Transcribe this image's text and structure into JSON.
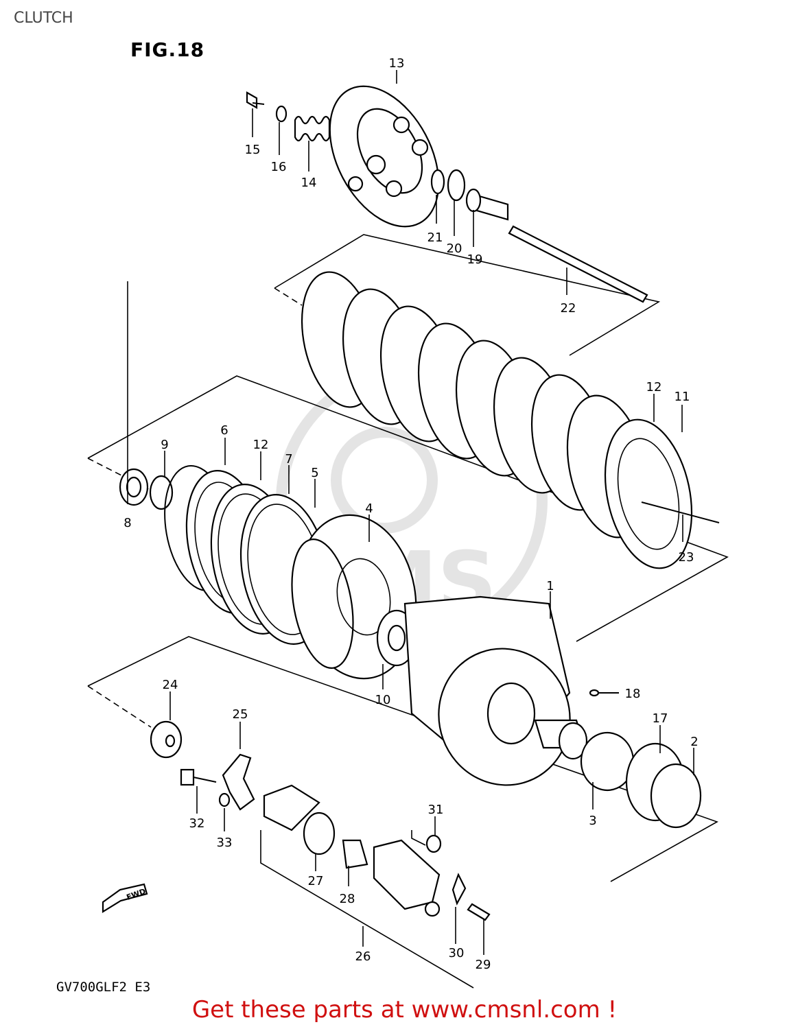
{
  "page": {
    "title": "CLUTCH",
    "figure": "FIG.18",
    "model_code": "GV700GLF2  E3",
    "cta": "Get these parts at www.cmsnl.com !",
    "direction_label": "FWD"
  },
  "callouts": [
    {
      "id": "c1",
      "text": "1"
    },
    {
      "id": "c2",
      "text": "2"
    },
    {
      "id": "c3",
      "text": "3"
    },
    {
      "id": "c4",
      "text": "4"
    },
    {
      "id": "c5",
      "text": "5"
    },
    {
      "id": "c6",
      "text": "6"
    },
    {
      "id": "c7",
      "text": "7"
    },
    {
      "id": "c8",
      "text": "8"
    },
    {
      "id": "c9",
      "text": "9"
    },
    {
      "id": "c10",
      "text": "10"
    },
    {
      "id": "c11",
      "text": "11"
    },
    {
      "id": "c12a",
      "text": "12"
    },
    {
      "id": "c12b",
      "text": "12"
    },
    {
      "id": "c13",
      "text": "13"
    },
    {
      "id": "c14",
      "text": "14"
    },
    {
      "id": "c15",
      "text": "15"
    },
    {
      "id": "c16",
      "text": "16"
    },
    {
      "id": "c17",
      "text": "17"
    },
    {
      "id": "c18",
      "text": "18"
    },
    {
      "id": "c19",
      "text": "19"
    },
    {
      "id": "c20",
      "text": "20"
    },
    {
      "id": "c21",
      "text": "21"
    },
    {
      "id": "c22",
      "text": "22"
    },
    {
      "id": "c23",
      "text": "23"
    },
    {
      "id": "c24",
      "text": "24"
    },
    {
      "id": "c25",
      "text": "25"
    },
    {
      "id": "c26",
      "text": "26"
    },
    {
      "id": "c27",
      "text": "27"
    },
    {
      "id": "c28",
      "text": "28"
    },
    {
      "id": "c29",
      "text": "29"
    },
    {
      "id": "c30",
      "text": "30"
    },
    {
      "id": "c31",
      "text": "31"
    },
    {
      "id": "c32",
      "text": "32"
    },
    {
      "id": "c33",
      "text": "33"
    }
  ]
}
